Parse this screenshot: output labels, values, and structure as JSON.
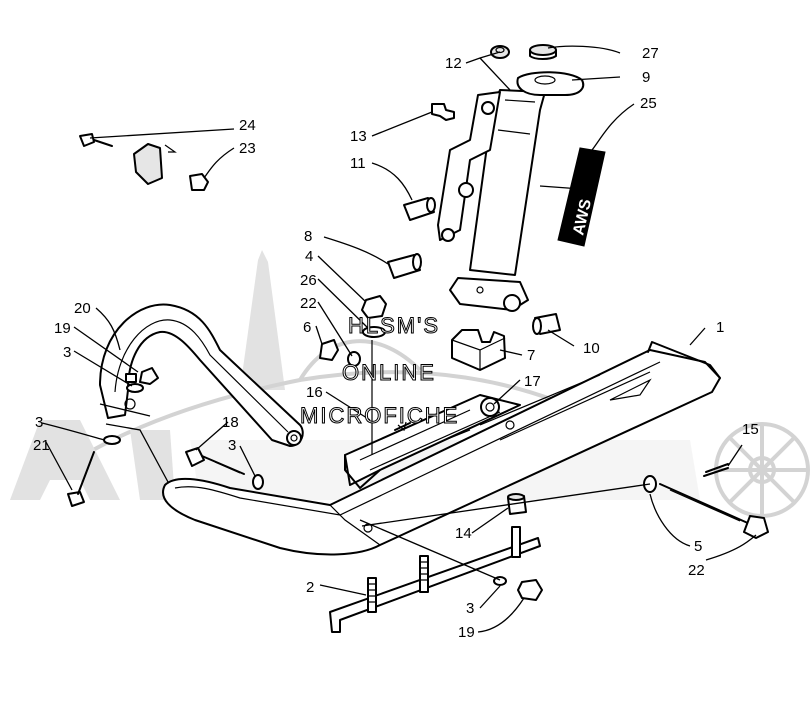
{
  "diagram": {
    "callouts": {
      "c1": "1",
      "c2": "2",
      "c3a": "3",
      "c3b": "3",
      "c3c": "3",
      "c3d": "3",
      "c4": "4",
      "c5": "5",
      "c6": "6",
      "c7": "7",
      "c8": "8",
      "c9": "9",
      "c10": "10",
      "c11": "11",
      "c12": "12",
      "c13": "13",
      "c14": "14",
      "c15": "15",
      "c16": "16",
      "c17": "17",
      "c18": "18",
      "c19a": "19",
      "c19b": "19",
      "c20": "20",
      "c21": "21",
      "c22a": "22",
      "c22b": "22",
      "c23": "23",
      "c24": "24",
      "c25": "25",
      "c26": "26",
      "c27": "27"
    },
    "watermark": {
      "line1": "HLSM'S",
      "line2": "ONLINE",
      "line3": "MICROFICHE"
    },
    "decal_text": "AWS"
  }
}
